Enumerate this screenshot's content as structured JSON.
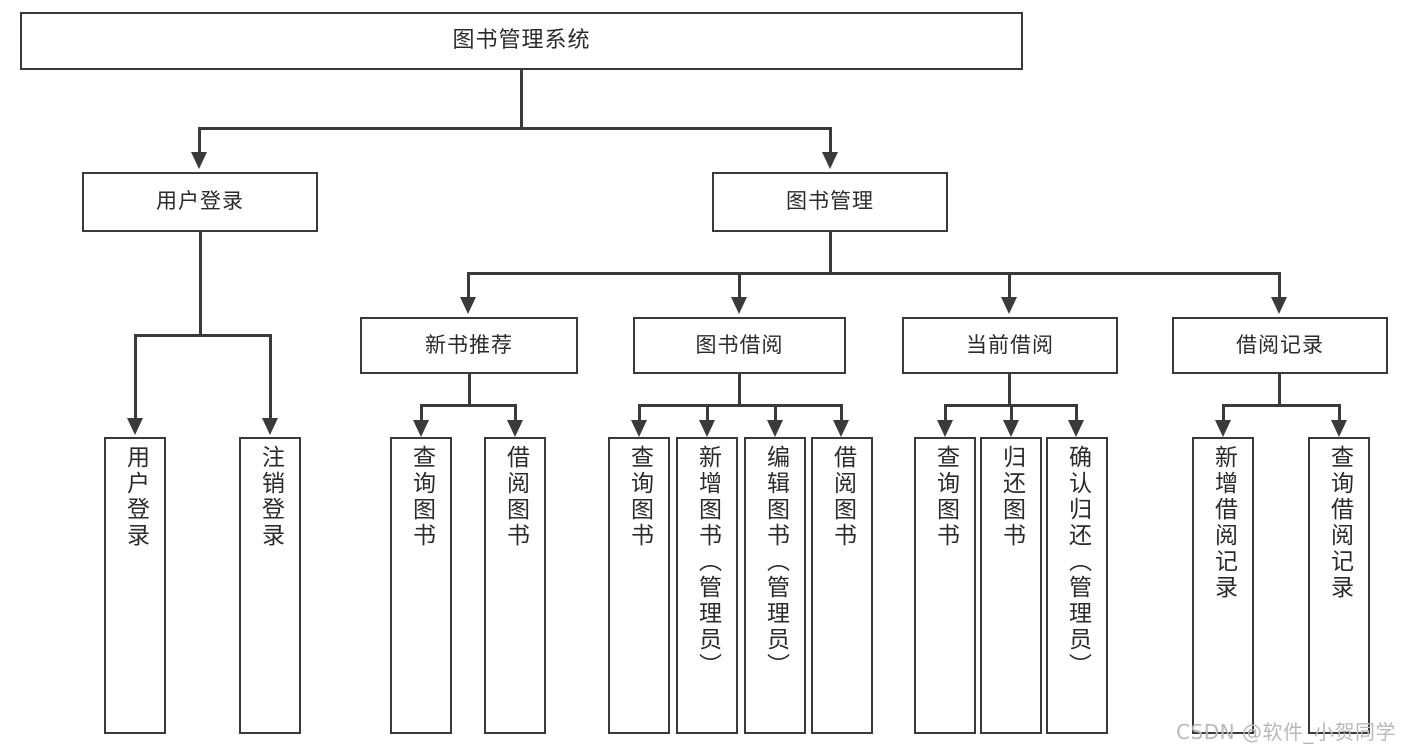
{
  "diagram": {
    "type": "tree-hierarchy",
    "title": "图书管理系统",
    "root": {
      "label": "图书管理系统"
    },
    "level1": [
      {
        "label": "用户登录"
      },
      {
        "label": "图书管理"
      }
    ],
    "level2": [
      {
        "label": "新书推荐"
      },
      {
        "label": "图书借阅"
      },
      {
        "label": "当前借阅"
      },
      {
        "label": "借阅记录"
      }
    ],
    "leaves": {
      "user_login": [
        {
          "label": "用户登录"
        },
        {
          "label": "注销登录"
        }
      ],
      "new_book_recommend": [
        {
          "label": "查询图书"
        },
        {
          "label": "借阅图书"
        }
      ],
      "book_borrow": [
        {
          "label": "查询图书"
        },
        {
          "label": "新增图书（管理员）"
        },
        {
          "label": "编辑图书（管理员）"
        },
        {
          "label": "借阅图书"
        }
      ],
      "current_borrow": [
        {
          "label": "查询图书"
        },
        {
          "label": "归还图书"
        },
        {
          "label": "确认归还（管理员）"
        }
      ],
      "borrow_record": [
        {
          "label": "新增借阅记录"
        },
        {
          "label": "查询借阅记录"
        }
      ]
    }
  },
  "watermark": {
    "text": "CSDN @软件_小贺同学"
  },
  "colors": {
    "stroke": "#3a3a3a",
    "text": "#2b2b2b",
    "background": "#ffffff",
    "watermark": "#b9b9b9"
  }
}
